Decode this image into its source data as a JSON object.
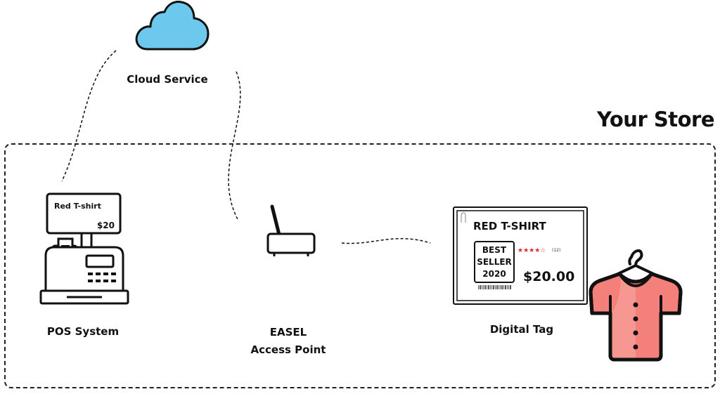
{
  "store": {
    "title": "Your Store"
  },
  "cloud": {
    "label": "Cloud Service"
  },
  "pos": {
    "label": "POS System",
    "screen_item": "Red T-shirt",
    "screen_price": "$20"
  },
  "access_point": {
    "label_line1": "EASEL",
    "label_line2": "Access Point"
  },
  "digital_tag": {
    "label": "Digital Tag",
    "product_name": "RED T-SHIRT",
    "badge_line1": "BEST",
    "badge_line2": "SELLER",
    "badge_line3": "2020",
    "stars": "★★★★☆",
    "review_count": "(12)",
    "price": "$20.00"
  },
  "colors": {
    "cloud_fill": "#6dc8ee",
    "shirt_fill": "#f4807b",
    "shirt_light": "#f8a9a4",
    "star_color": "#e0282e",
    "line_color": "#111111"
  }
}
